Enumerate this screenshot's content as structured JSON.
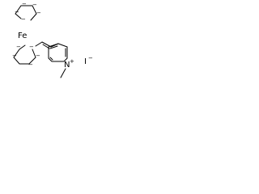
{
  "molecule": {
    "labels": {
      "iron": "Fe",
      "nitrogen": "N",
      "iodide": "I",
      "carbanion_charge": "−",
      "cation_charge": "+",
      "anion_charge": "−"
    },
    "colors": {
      "ink": "#000000",
      "background": "#ffffff"
    }
  }
}
